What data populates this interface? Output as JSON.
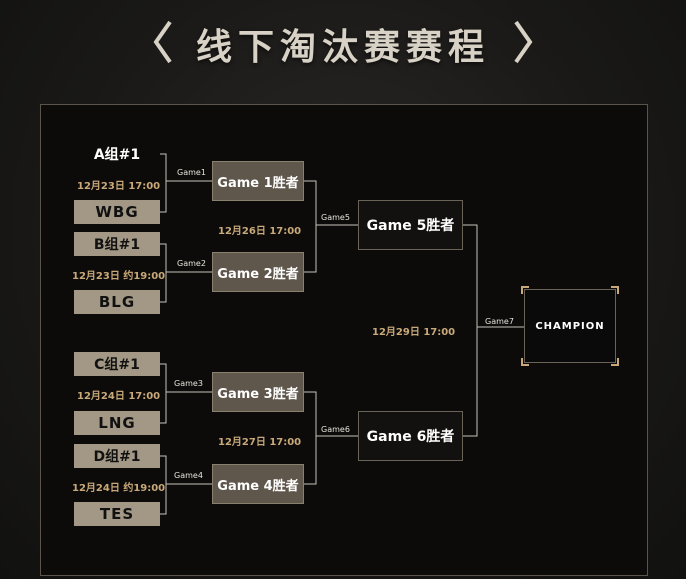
{
  "title": "线下淘汰赛赛程",
  "colors": {
    "team_fill": "#a39885",
    "date_gold": "#c9a97a",
    "line": "#c8c2b8"
  },
  "teams": [
    {
      "top_label": "A组#1",
      "date": "12月23日 17:00",
      "team": "WBG"
    },
    {
      "top_label": "B组#1",
      "date": "12月23日 约19:00",
      "team": "BLG"
    },
    {
      "top_label": "C组#1",
      "date": "12月24日 17:00",
      "team": "LNG"
    },
    {
      "top_label": "D组#1",
      "date": "12月24日 约19:00",
      "team": "TES"
    }
  ],
  "round1": [
    {
      "game_label": "Game1",
      "winner": "Game 1胜者"
    },
    {
      "game_label": "Game2",
      "winner": "Game 2胜者"
    },
    {
      "game_label": "Game3",
      "winner": "Game 3胜者"
    },
    {
      "game_label": "Game4",
      "winner": "Game 4胜者"
    }
  ],
  "semis": [
    {
      "date": "12月26日 17:00",
      "game_label": "Game5",
      "winner": "Game 5胜者"
    },
    {
      "date": "12月27日 17:00",
      "game_label": "Game6",
      "winner": "Game 6胜者"
    }
  ],
  "final": {
    "date": "12月29日 17:00",
    "game_label": "Game7",
    "champion": "CHAMPION"
  }
}
